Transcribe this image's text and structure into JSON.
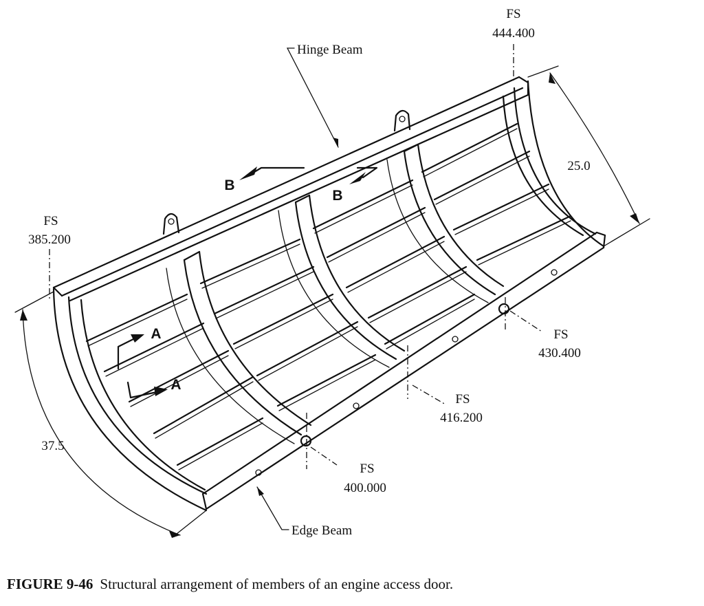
{
  "labels": {
    "hinge_beam": "Hinge Beam",
    "edge_beam": "Edge Beam",
    "fs_word": "FS",
    "fs_385": "385.200",
    "fs_400": "400.000",
    "fs_416": "416.200",
    "fs_430": "430.400",
    "fs_444": "444.400",
    "dim_25": "25.0",
    "dim_37": "37.5",
    "section_a": "A",
    "section_b": "B"
  },
  "caption": {
    "number": "FIGURE 9-46",
    "text": "Structural arrangement of members of an engine access door."
  }
}
